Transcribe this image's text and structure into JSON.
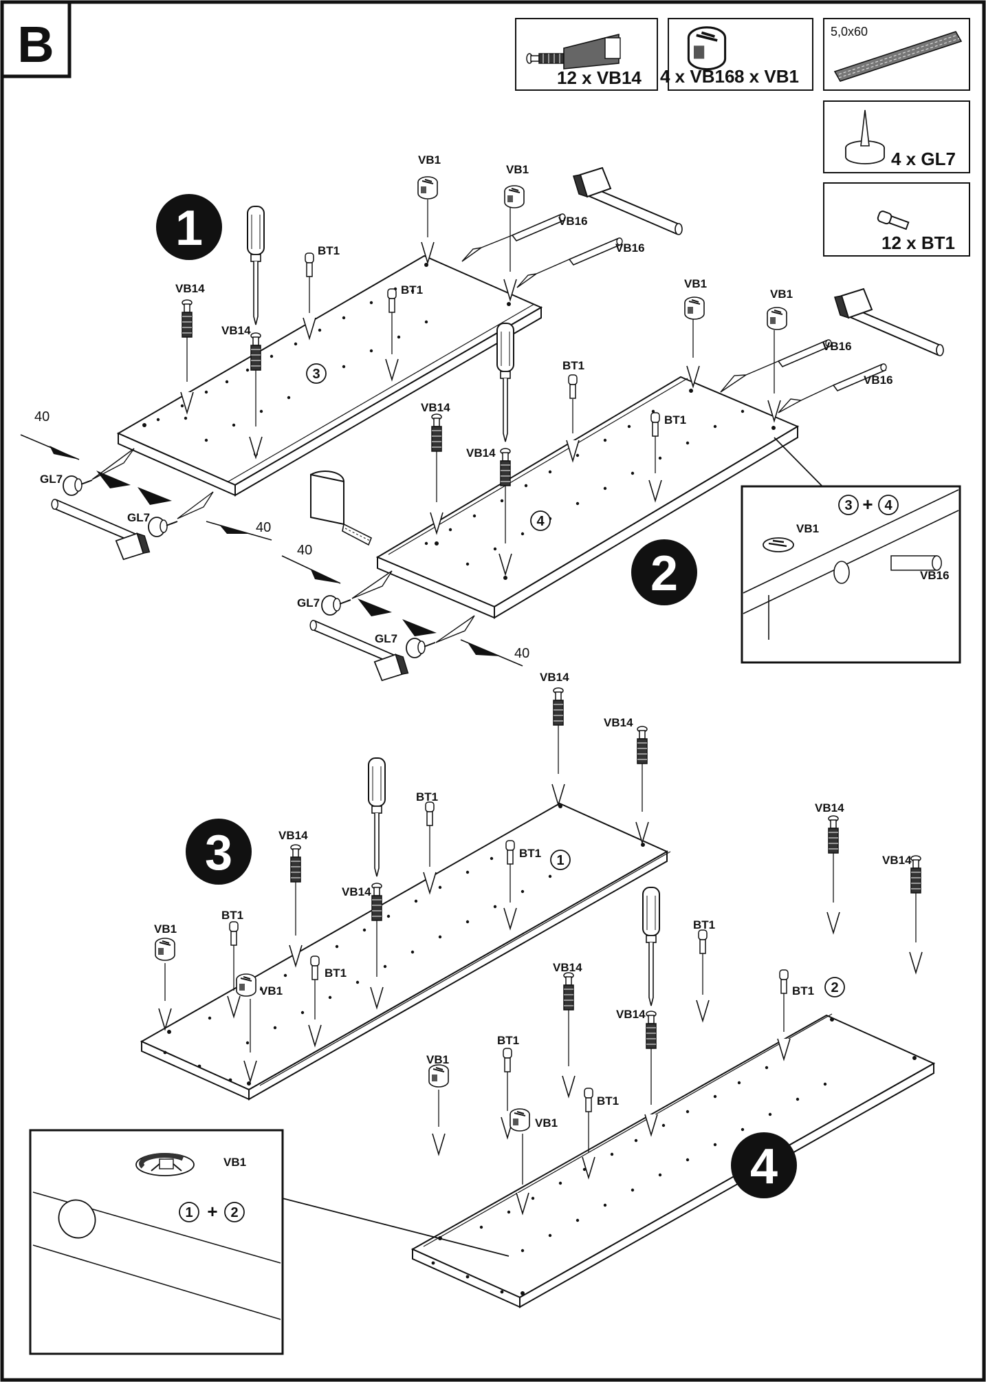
{
  "section_letter": "B",
  "parts": [
    {
      "name": "vb14",
      "quantity_label": "12 x VB14"
    },
    {
      "name": "vb16",
      "quantity_label": "4 x VB16"
    },
    {
      "name": "vb1",
      "quantity_label": "8 x VB1"
    },
    {
      "name": "dowel",
      "size_label": "5,0x60"
    },
    {
      "name": "gl7",
      "quantity_label": "4 x GL7"
    },
    {
      "name": "bt1",
      "quantity_label": "12 x BT1"
    }
  ],
  "steps": [
    "1",
    "2",
    "3",
    "4"
  ],
  "labels": {
    "vb1": "VB1",
    "vb14": "VB14",
    "vb16": "VB16",
    "bt1": "BT1",
    "gl7": "GL7",
    "distance": "40"
  },
  "panel_refs": {
    "p1": "1",
    "p2": "2",
    "p3": "3",
    "p4": "4",
    "plus": "+"
  },
  "colors": {
    "ink": "#111111",
    "frame": "#000000",
    "paper": "#ffffff"
  }
}
